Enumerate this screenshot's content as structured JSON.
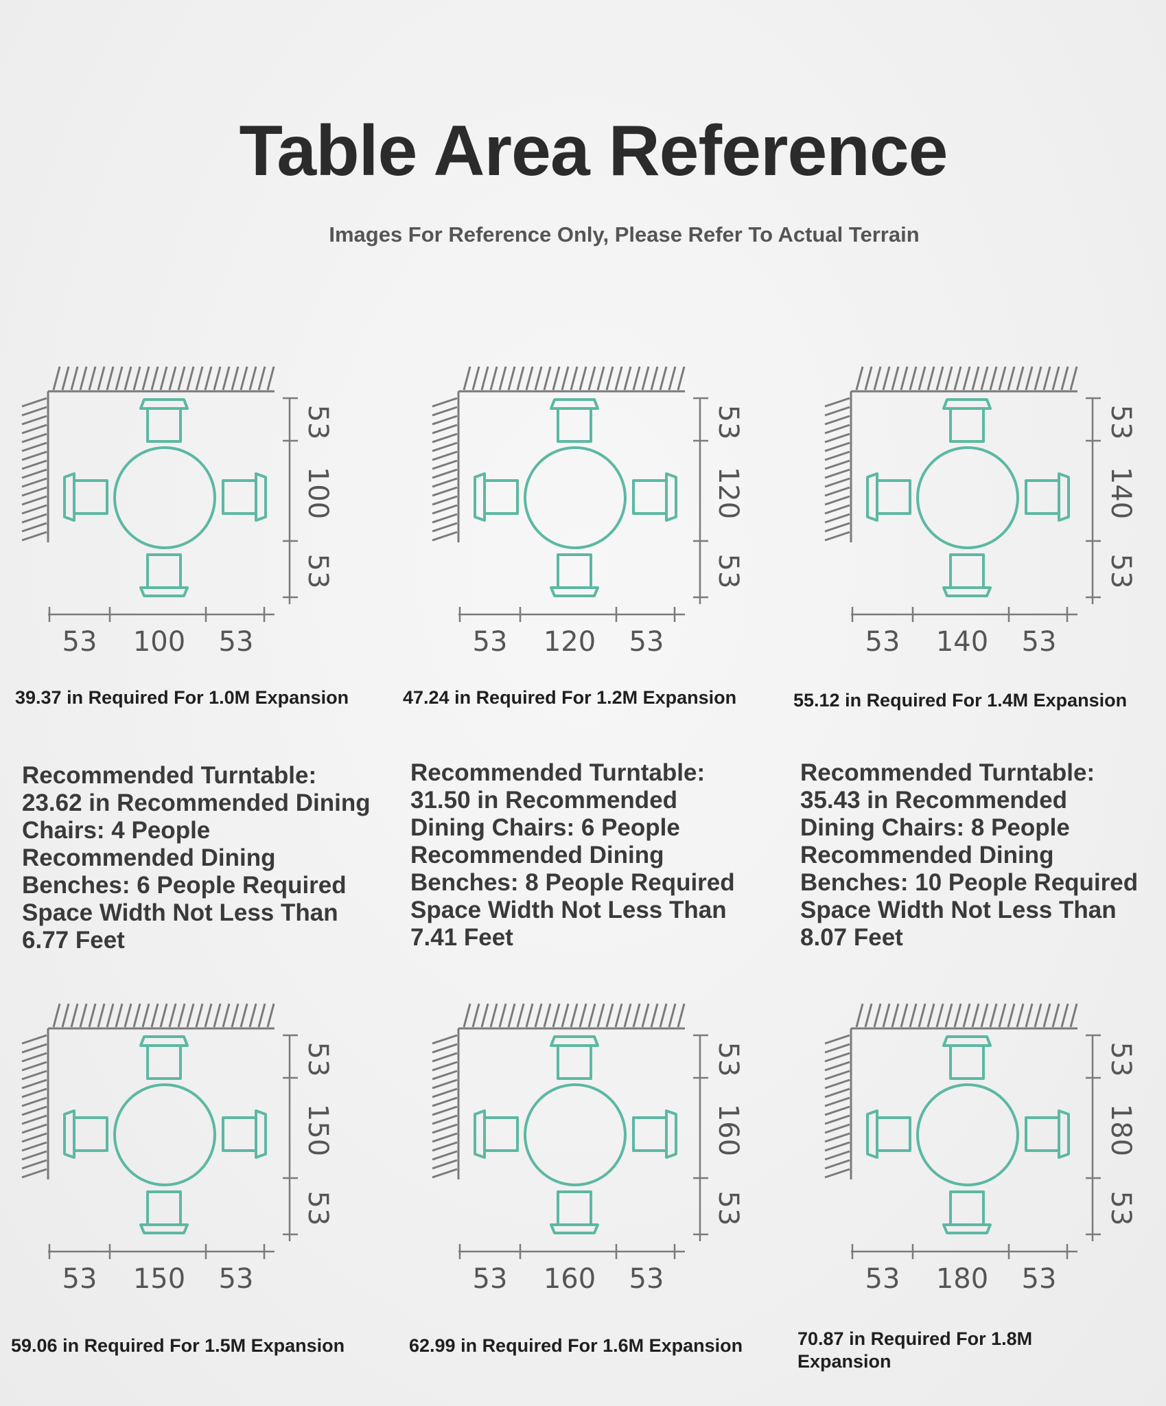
{
  "title": "Table Area Reference",
  "subtitle": "Images For Reference Only, Please Refer To Actual Terrain",
  "colors": {
    "chair": "#5cb8a2",
    "lines": "#7a7a7a",
    "dim": "#555555"
  },
  "diagrams": [
    {
      "side": "53",
      "size": "100",
      "caption": "39.37 in Required For 1.0M Expansion"
    },
    {
      "side": "53",
      "size": "120",
      "caption": "47.24 in Required For 1.2M Expansion"
    },
    {
      "side": "53",
      "size": "140",
      "caption": "55.12 in Required For 1.4M Expansion"
    },
    {
      "side": "53",
      "size": "150",
      "caption": "59.06 in Required For 1.5M Expansion"
    },
    {
      "side": "53",
      "size": "160",
      "caption": "62.99 in Required For 1.6M Expansion"
    },
    {
      "side": "53",
      "size": "180",
      "caption": "70.87 in Required For 1.8M Expansion"
    }
  ],
  "recommendations": [
    {
      "lines": [
        "Recommended Turntable:",
        "23.62 in Recommended Dining",
        "Chairs: 4 People",
        "Recommended Dining",
        "Benches: 6 People Required",
        "Space Width Not Less Than",
        "6.77 Feet"
      ]
    },
    {
      "lines": [
        "Recommended Turntable:",
        "31.50 in Recommended",
        "Dining Chairs: 6 People",
        "Recommended Dining",
        "Benches: 8 People Required",
        "Space Width Not Less Than",
        "7.41 Feet"
      ]
    },
    {
      "lines": [
        "Recommended Turntable:",
        "35.43 in Recommended",
        "Dining Chairs: 8 People",
        "Recommended Dining",
        "Benches: 10 People Required",
        "Space Width Not Less Than",
        "8.07 Feet"
      ]
    }
  ]
}
